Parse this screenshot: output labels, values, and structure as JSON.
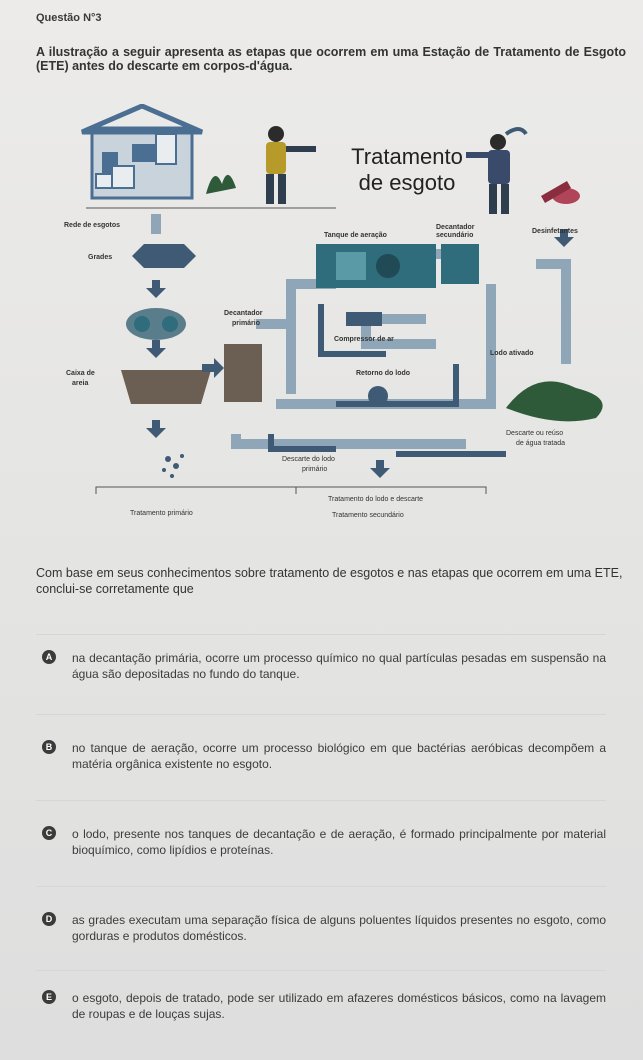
{
  "question_number": "Questão N°3",
  "intro": "A ilustração a seguir apresenta as etapas que ocorrem em uma Estação de Tratamento de Esgoto (ETE) antes do descarte em corpos-d'água.",
  "figure": {
    "title_line1": "Tratamento",
    "title_line2": "de esgoto",
    "labels": {
      "rede": "Rede de esgotos",
      "grades": "Grades",
      "decantador_primario_1": "Decantador",
      "decantador_primario_2": "primário",
      "caixa_areia_1": "Caixa de",
      "caixa_areia_2": "areia",
      "tanque_aeracao": "Tanque de aeração",
      "decantador_secundario_1": "Decantador",
      "decantador_secundario_2": "secundário",
      "desinfetantes": "Desinfetantes",
      "compressor": "Compressor de ar",
      "retorno_lodo": "Retorno do lodo",
      "lodo_ativado": "Lodo ativado",
      "descarte_rios_1": "Descarte ou reúso",
      "descarte_rios_2": "de água tratada",
      "descarte_lodo_1": "Descarte do lodo",
      "descarte_lodo_2": "primário",
      "tratamento_lodo": "Tratamento do lodo e descarte",
      "tratamento_primario": "Tratamento primário",
      "tratamento_secundario": "Tratamento secundário"
    },
    "colors": {
      "pipe": "#8fa6b8",
      "pipe_dark": "#3e5a74",
      "tank": "#5a7d8c",
      "water": "#2f6c7c",
      "house": "#4a6f92",
      "grass": "#2e5a3a"
    }
  },
  "question": "Com base em seus conhecimentos sobre tratamento de esgotos e nas etapas que ocorrem em uma ETE, conclui-se corretamente que",
  "options": [
    {
      "letter": "A",
      "text": "na decantação primária, ocorre um processo químico no qual partículas pesadas em suspensão na água são depositadas no fundo do tanque."
    },
    {
      "letter": "B",
      "text": "no tanque de aeração, ocorre um processo biológico em que bactérias aeróbicas decompõem a matéria orgânica existente no esgoto."
    },
    {
      "letter": "C",
      "text": "o lodo, presente nos tanques de decantação e de aeração, é formado principalmente por material bioquímico, como lipídios e proteínas."
    },
    {
      "letter": "D",
      "text": "as grades executam uma separação física de alguns poluentes líquidos presentes no esgoto, como gorduras e produtos domésticos."
    },
    {
      "letter": "E",
      "text": "o esgoto, depois de tratado, pode ser utilizado em afazeres domésticos básicos, como na lavagem de roupas e de louças sujas."
    }
  ]
}
